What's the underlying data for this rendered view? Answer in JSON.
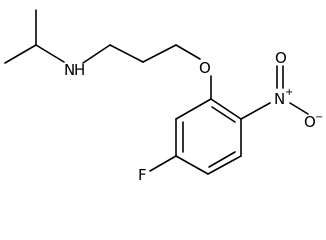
{
  "molecule": {
    "atoms": {
      "amine_nitrogen": "N",
      "amine_hydrogen": "H",
      "ether_oxygen": "O",
      "nitro_nitrogen": "N",
      "nitro_nitrogen_charge": "+",
      "nitro_oxygen_double": "O",
      "nitro_oxygen_single": "O",
      "nitro_oxygen_charge": "−",
      "fluorine": "F"
    },
    "colors": {
      "bond": "#000000",
      "label": "#000000",
      "background": "#ffffff"
    }
  }
}
